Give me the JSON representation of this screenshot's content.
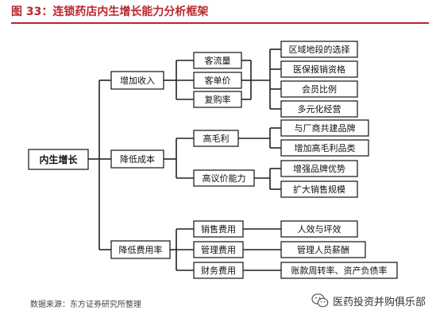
{
  "title": "图 33：连锁药店内生增长能力分析框架",
  "root": "内生增长",
  "level1": [
    "增加收入",
    "降低成本",
    "降低费用率"
  ],
  "level2": [
    "客流量",
    "客单价",
    "复购率",
    "高毛利",
    "高议价能力",
    "销售费用",
    "管理费用",
    "财务费用"
  ],
  "level3": [
    "区域地段的选择",
    "医保报销资格",
    "会员比例",
    "多元化经营",
    "与厂商共建品牌",
    "增加高毛利品类",
    "增强品牌优势",
    "扩大销售规模",
    "人效与坪效",
    "管理人员薪酬",
    "账款周转率、资产负债率"
  ],
  "source": "数据来源：东方证券研究所整理",
  "watermark": "医药投资并购俱乐部",
  "colors": {
    "title": "#B8272D",
    "line": "#222222"
  },
  "icons": [
    "wechat-icon"
  ]
}
